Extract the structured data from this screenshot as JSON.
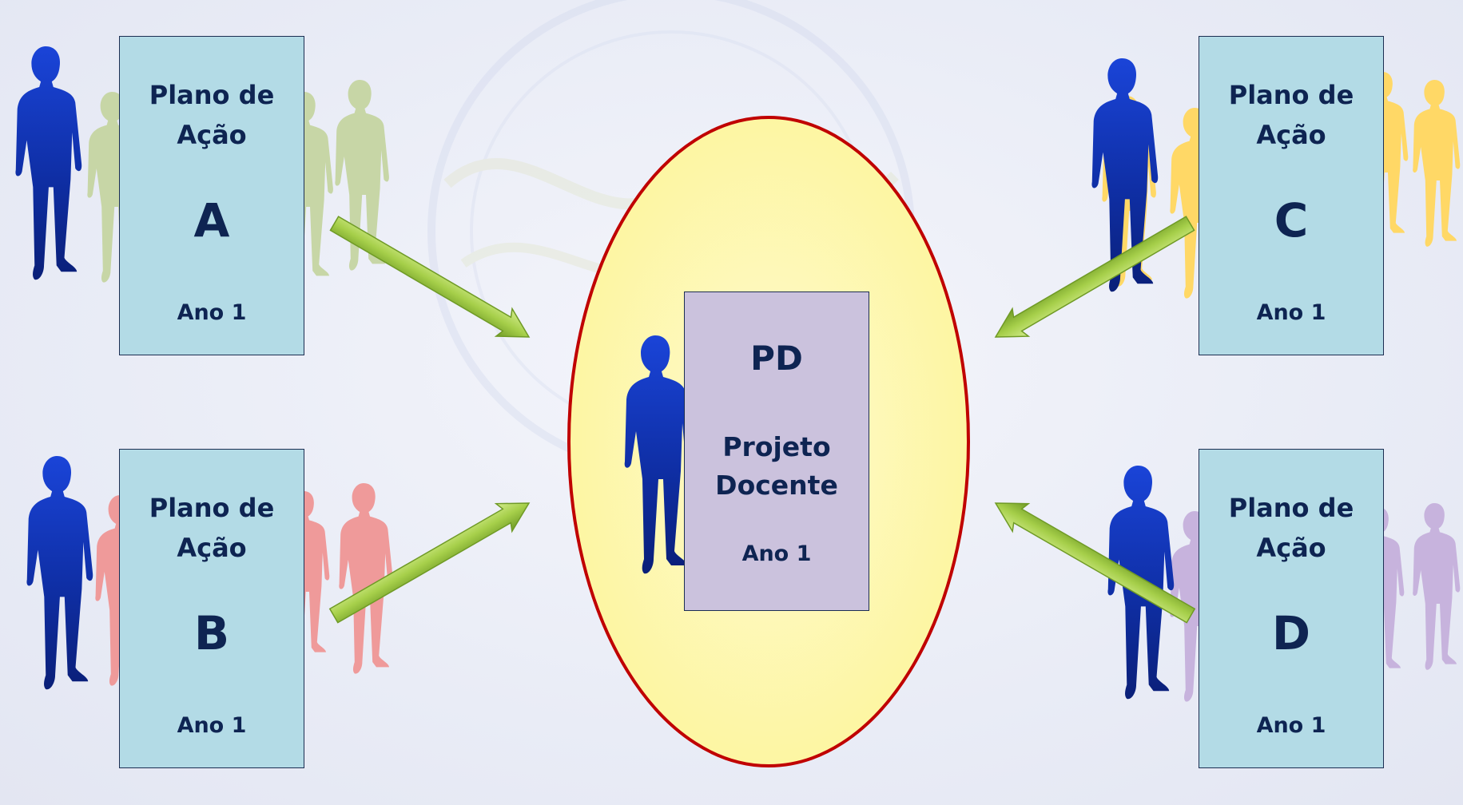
{
  "center": {
    "title": "PD",
    "subtitle_line1": "Projeto",
    "subtitle_line2": "Docente",
    "year": "Ano 1",
    "fill_color": "#fdf8b2",
    "outline_color": "#c00000"
  },
  "plans": [
    {
      "line1": "Plano de",
      "line2": "Ação",
      "letter": "A",
      "year": "Ano 1",
      "people_color": "#c7d6a6"
    },
    {
      "line1": "Plano de",
      "line2": "Ação",
      "letter": "B",
      "year": "Ano 1",
      "people_color": "#ef9a9a"
    },
    {
      "line1": "Plano de",
      "line2": "Ação",
      "letter": "C",
      "year": "Ano 1",
      "people_color": "#ffd866"
    },
    {
      "line1": "Plano de",
      "line2": "Ação",
      "letter": "D",
      "year": "Ano 1",
      "people_color": "#c7b3dd"
    }
  ],
  "colors": {
    "card_plan": "#b3dbe6",
    "card_pd": "#cbc2dd",
    "text": "#0e2452",
    "arrow": "#a6cf4a",
    "person_main": "#1238c4"
  }
}
